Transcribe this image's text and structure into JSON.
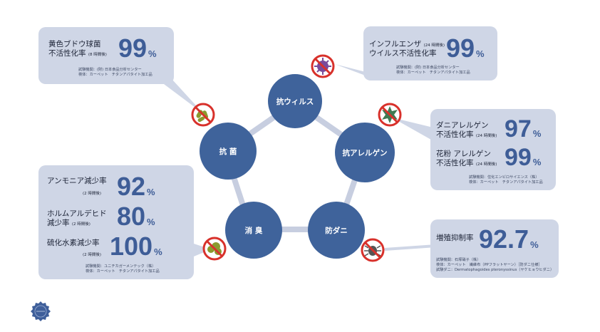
{
  "nodes": {
    "antivirus": "抗ウィルス",
    "antiallergen": "抗アレルゲン",
    "antimite": "防ダニ",
    "deodorant": "消 臭",
    "antibacterial": "抗 菌"
  },
  "staph": {
    "label_line1": "黄色ブドウ球菌",
    "label_line2": "不活性化率",
    "hours": "(8 時間後)",
    "value": "99",
    "unit": "%",
    "note_line1": "試験機関：(財) 日本食品分析センター",
    "note_line2": "検体：カーペット　チタンアパタイト加工品"
  },
  "influenza": {
    "label_line1": "インフルエンザ",
    "hours": "(24 時間後)",
    "label_line2": "ウイルス不活性化率",
    "value": "99",
    "unit": "%",
    "note_line1": "試験機関：(財) 日本食品分析センター",
    "note_line2": "検体：カーペット　チタンアパタイト加工品"
  },
  "allergen": {
    "mite_label1": "ダニアレルゲン",
    "mite_label2": "不活性化率",
    "mite_hours": "(24 時間後)",
    "mite_value": "97",
    "pollen_label1": "花粉 アレルゲン",
    "pollen_label2": "不活性化率",
    "pollen_hours": "(24 時間後)",
    "pollen_value": "99",
    "unit": "%",
    "note_line1": "試験機関：住化エンビロサイエンス（株）",
    "note_line2": "検体：カーペット　チタンアパタイト加工品"
  },
  "odor": {
    "ammonia_label": "アンモニア減少率",
    "ammonia_hours": "(2 時間後)",
    "ammonia_value": "92",
    "formal_label1": "ホルムアルデヒド",
    "formal_label2": "減少率",
    "formal_hours": "(2 時間後)",
    "formal_value": "80",
    "h2s_label": "硫化水素減少率",
    "h2s_hours": "(2 時間後)",
    "h2s_value": "100",
    "unit": "%",
    "note_line1": "試験機関：ユニチカガーメンテック（株）",
    "note_line2": "検体：カーペット　チタンアパタイト加工品"
  },
  "mite": {
    "label": "増殖抑制率",
    "value": "92.7",
    "unit": "%",
    "note_line1": "試験機関：石塚硝子（株）",
    "note_line2": "検体：カーペット　繊維布（PPフラットヤーン）［防ダニ仕様］",
    "note_line3": "試験ダニ：Dermatophagoides pteronyssinus（ヤケヒョウヒダニ）"
  },
  "colors": {
    "node": "#3f639b",
    "box": "#cfd6e6",
    "number": "#3e5d97",
    "ban": "#d8312b"
  }
}
